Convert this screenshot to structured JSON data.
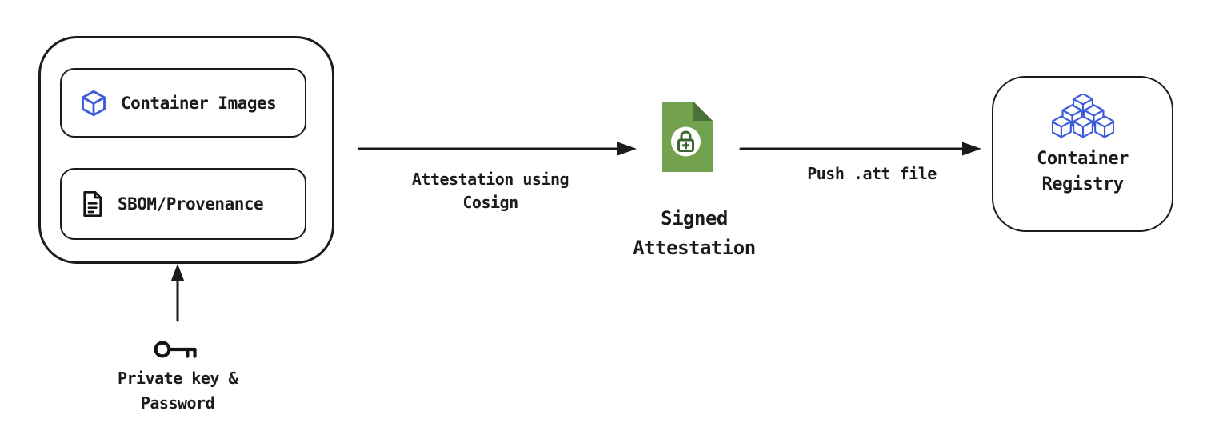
{
  "colors": {
    "stroke": "#1b1b1b",
    "accent_blue": "#3b5bdb",
    "accent_green": "#72a24e",
    "accent_green_dark": "#4b7038"
  },
  "source_group": {
    "items": [
      {
        "icon": "cube-icon",
        "label": "Container Images"
      },
      {
        "icon": "document-icon",
        "label": "SBOM/Provenance"
      }
    ]
  },
  "flow": {
    "attestation_arrow_label": "Attestation using\nCosign",
    "signed_attestation_label": "Signed\nAttestation",
    "push_arrow_label": "Push .att file",
    "registry_label": "Container\nRegistry"
  },
  "key_input": {
    "icon": "key-icon",
    "label": "Private key &\nPassword"
  }
}
